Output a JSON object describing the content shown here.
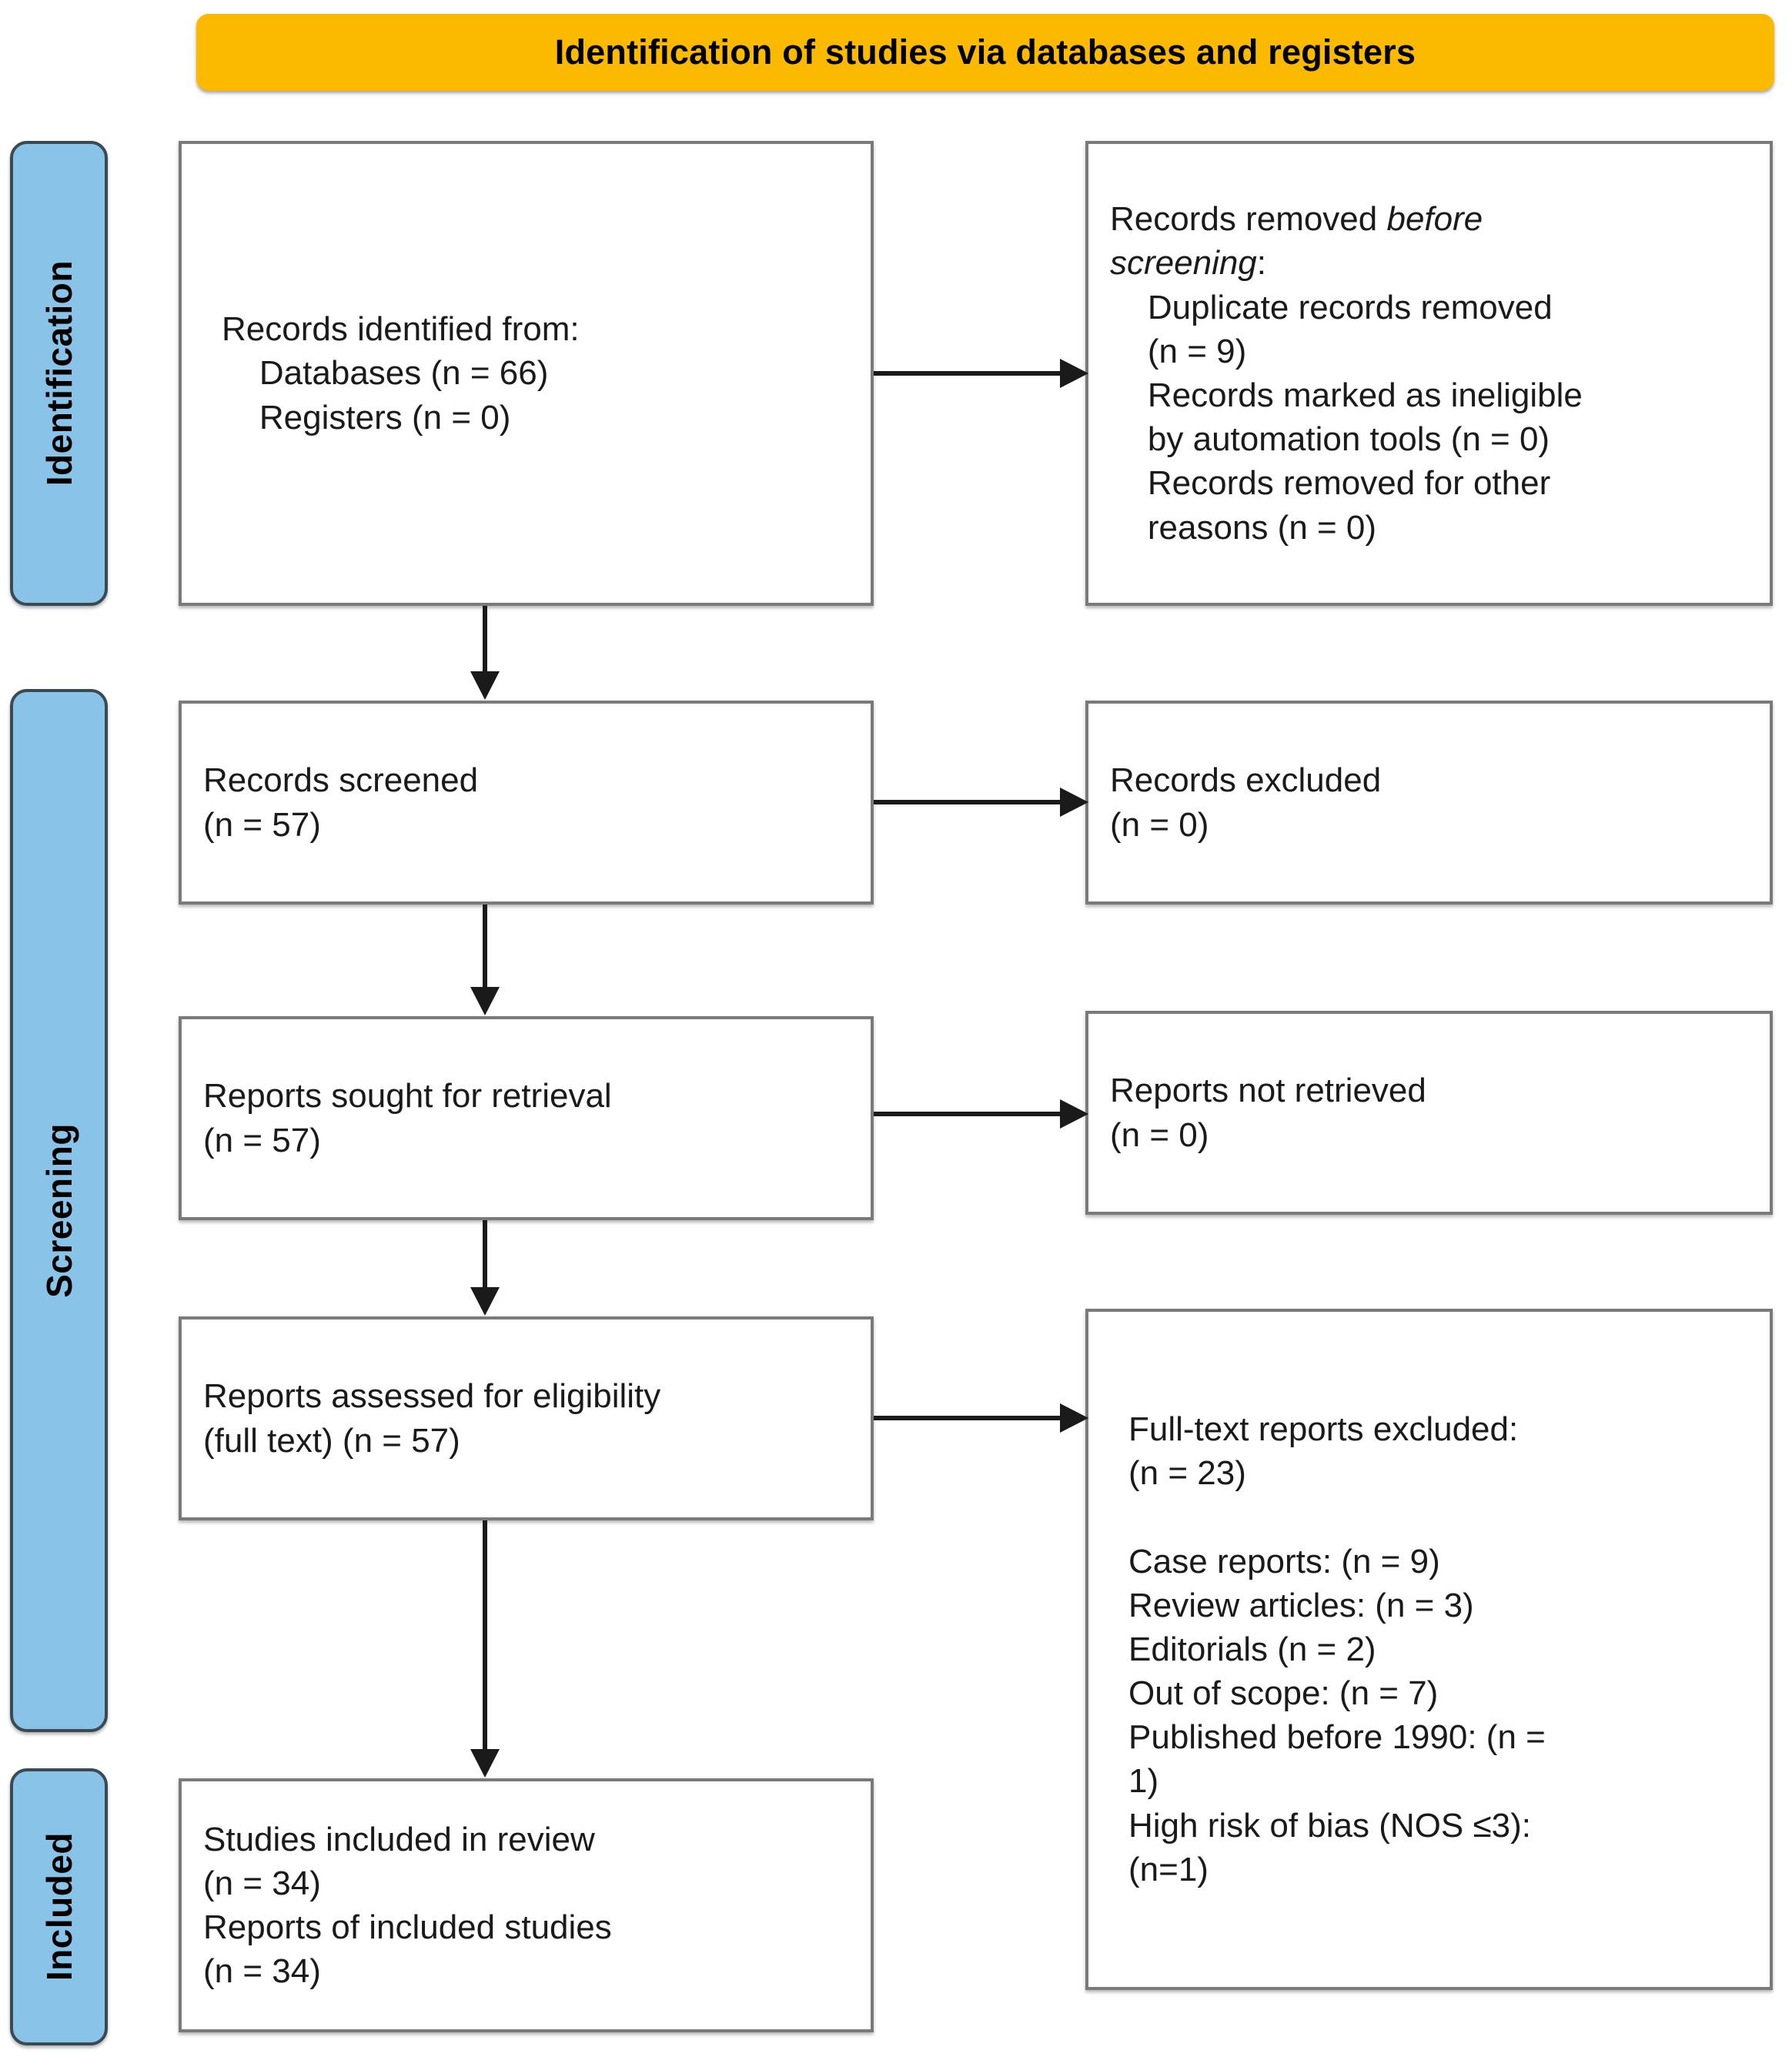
{
  "header": {
    "title": "Identification of studies via databases and registers",
    "background_color": "#fbba00"
  },
  "stages": {
    "bar_color": "#8ac3e8",
    "items": [
      {
        "id": "identification",
        "label": "Identification"
      },
      {
        "id": "screening",
        "label": "Screening"
      },
      {
        "id": "included",
        "label": "Included"
      }
    ]
  },
  "boxes": {
    "records_identified": {
      "name": "Records identified from",
      "text": "Records identified from:\n    Databases (n = 66)\n    Registers (n = 0)"
    },
    "records_removed": {
      "name": "Records removed before screening",
      "line1_prefix": "Records removed ",
      "line1_italic": "before",
      "line2_italic": "screening",
      "line2_suffix": ":",
      "rest": "    Duplicate records removed\n    (n = 9)\n    Records marked as ineligible\n    by automation tools (n = 0)\n    Records removed for other\n    reasons (n = 0)"
    },
    "records_screened": {
      "name": "Records screened",
      "text": "Records screened\n(n = 57)"
    },
    "records_excluded": {
      "name": "Records excluded",
      "text": "Records excluded\n(n = 0)"
    },
    "reports_sought": {
      "name": "Reports sought for retrieval",
      "text": "Reports sought for retrieval\n(n = 57)"
    },
    "reports_not_retrieved": {
      "name": "Reports not retrieved",
      "text": "Reports not retrieved\n(n = 0)"
    },
    "reports_assessed": {
      "name": "Reports assessed for eligibility",
      "text": "Reports assessed for eligibility\n(full text) (n = 57)"
    },
    "fulltext_excluded": {
      "name": "Full-text reports excluded",
      "text": "Full-text reports excluded:\n(n = 23)\n\nCase reports: (n = 9)\nReview articles: (n = 3)\nEditorials (n = 2)\nOut of scope: (n = 7)\nPublished before 1990: (n =\n1)\nHigh risk of bias (NOS ≤3):\n(n=1)"
    },
    "studies_included": {
      "name": "Studies included in review",
      "text": "Studies included in review\n(n = 34)\nReports of included studies\n(n = 34)"
    }
  },
  "chart_data": {
    "type": "diagram",
    "title": "Identification of studies via databases and registers",
    "diagram_kind": "PRISMA 2020 flow diagram",
    "stages": [
      "Identification",
      "Screening",
      "Included"
    ],
    "nodes": [
      {
        "id": "records_identified",
        "stage": "Identification",
        "column": "left",
        "label": "Records identified from:",
        "values": {
          "Databases": 66,
          "Registers": 0
        }
      },
      {
        "id": "records_removed",
        "stage": "Identification",
        "column": "right",
        "label": "Records removed before screening:",
        "values": {
          "Duplicate records removed": 9,
          "Records marked as ineligible by automation tools": 0,
          "Records removed for other reasons": 0
        }
      },
      {
        "id": "records_screened",
        "stage": "Screening",
        "column": "left",
        "label": "Records screened",
        "n": 57
      },
      {
        "id": "records_excluded",
        "stage": "Screening",
        "column": "right",
        "label": "Records excluded",
        "n": 0
      },
      {
        "id": "reports_sought",
        "stage": "Screening",
        "column": "left",
        "label": "Reports sought for retrieval",
        "n": 57
      },
      {
        "id": "reports_not_retrieved",
        "stage": "Screening",
        "column": "right",
        "label": "Reports not retrieved",
        "n": 0
      },
      {
        "id": "reports_assessed",
        "stage": "Screening",
        "column": "left",
        "label": "Reports assessed for eligibility (full text)",
        "n": 57
      },
      {
        "id": "fulltext_excluded",
        "stage": "Screening",
        "column": "right",
        "label": "Full-text reports excluded:",
        "n": 23,
        "values": {
          "Case reports": 9,
          "Review articles": 3,
          "Editorials": 2,
          "Out of scope": 7,
          "Published before 1990": 1,
          "High risk of bias (NOS ≤3)": 1
        }
      },
      {
        "id": "studies_included",
        "stage": "Included",
        "column": "left",
        "label": "Studies included in review",
        "values": {
          "Studies included in review": 34,
          "Reports of included studies": 34
        }
      }
    ],
    "edges": [
      {
        "from": "records_identified",
        "to": "records_removed",
        "direction": "right"
      },
      {
        "from": "records_identified",
        "to": "records_screened",
        "direction": "down"
      },
      {
        "from": "records_screened",
        "to": "records_excluded",
        "direction": "right"
      },
      {
        "from": "records_screened",
        "to": "reports_sought",
        "direction": "down"
      },
      {
        "from": "reports_sought",
        "to": "reports_not_retrieved",
        "direction": "right"
      },
      {
        "from": "reports_sought",
        "to": "reports_assessed",
        "direction": "down"
      },
      {
        "from": "reports_assessed",
        "to": "fulltext_excluded",
        "direction": "right"
      },
      {
        "from": "reports_assessed",
        "to": "studies_included",
        "direction": "down"
      }
    ]
  }
}
